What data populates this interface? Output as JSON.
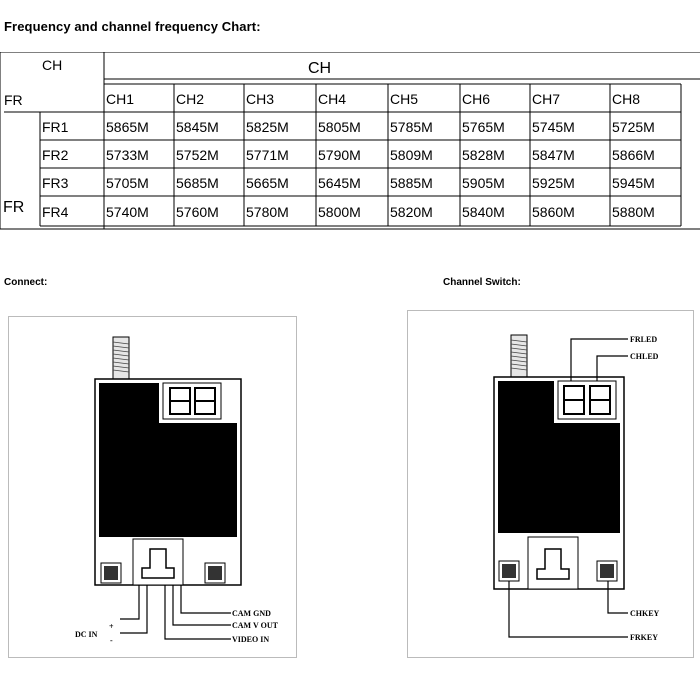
{
  "chart_title": "Frequency and channel frequency Chart:",
  "table": {
    "corner_ch": "CH",
    "corner_fr": "FR",
    "group_header": "CH",
    "row_group": "FR",
    "columns": [
      "CH1",
      "CH2",
      "CH3",
      "CH4",
      "CH5",
      "CH6",
      "CH7",
      "CH8"
    ],
    "rows": [
      {
        "label": "FR1",
        "values": [
          "5865M",
          "5845M",
          "5825M",
          "5805M",
          "5785M",
          "5765M",
          "5745M",
          "5725M"
        ]
      },
      {
        "label": "FR2",
        "values": [
          "5733M",
          "5752M",
          "5771M",
          "5790M",
          "5809M",
          "5828M",
          "5847M",
          "5866M"
        ]
      },
      {
        "label": "FR3",
        "values": [
          "5705M",
          "5685M",
          "5665M",
          "5645M",
          "5885M",
          "5905M",
          "5925M",
          "5945M"
        ]
      },
      {
        "label": "FR4",
        "values": [
          "5740M",
          "5760M",
          "5780M",
          "5800M",
          "5820M",
          "5840M",
          "5860M",
          "5880M"
        ]
      }
    ]
  },
  "connect": {
    "title": "Connect:",
    "labels": {
      "cam_gnd": "CAM GND",
      "cam_v_out": "CAM V OUT",
      "video_in": "VIDEO IN",
      "dc_in": "DC IN",
      "plus": "+",
      "minus": "-"
    }
  },
  "channel_switch": {
    "title": "Channel Switch:",
    "labels": {
      "frled": "FRLED",
      "chled": "CHLED",
      "chkey": "CHKEY",
      "frkey": "FRKEY"
    }
  }
}
